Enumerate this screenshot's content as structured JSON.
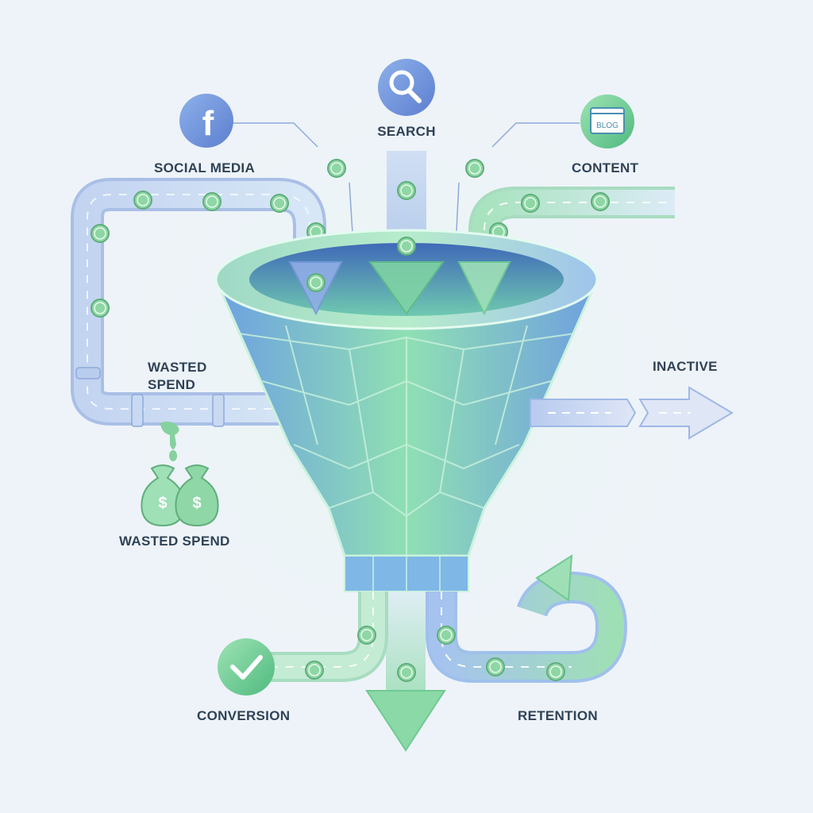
{
  "labels": {
    "social_media": "SOCIAL MEDIA",
    "search": "SEARCH",
    "content": "CONTENT",
    "wasted_spend_pipe_line1": "WASTED",
    "wasted_spend_pipe_line2": "SPEND",
    "wasted_spend_bags": "WASTED SPEND",
    "inactive": "INACTIVE",
    "conversion": "CONVERSION",
    "retention": "RETENTION"
  },
  "icons": {
    "social_media": "facebook-icon",
    "search": "magnifier-icon",
    "content": "blog-browser-icon",
    "conversion": "checkmark-icon",
    "money_bags": "money-bag-icon",
    "coin": "dollar-coin-icon"
  },
  "icon_text": {
    "facebook": "f",
    "blog": "BLOG",
    "dollar": "$"
  },
  "colors": {
    "background": "#eef3f9",
    "funnel_blue": "#6fa3e0",
    "funnel_green": "#8fe0b0",
    "pipe": "#c4d6f0",
    "coin": "#8ed7a4",
    "label_text": "#2f4256",
    "icon_blue": "#6a8fd8",
    "icon_green": "#6fce94"
  }
}
